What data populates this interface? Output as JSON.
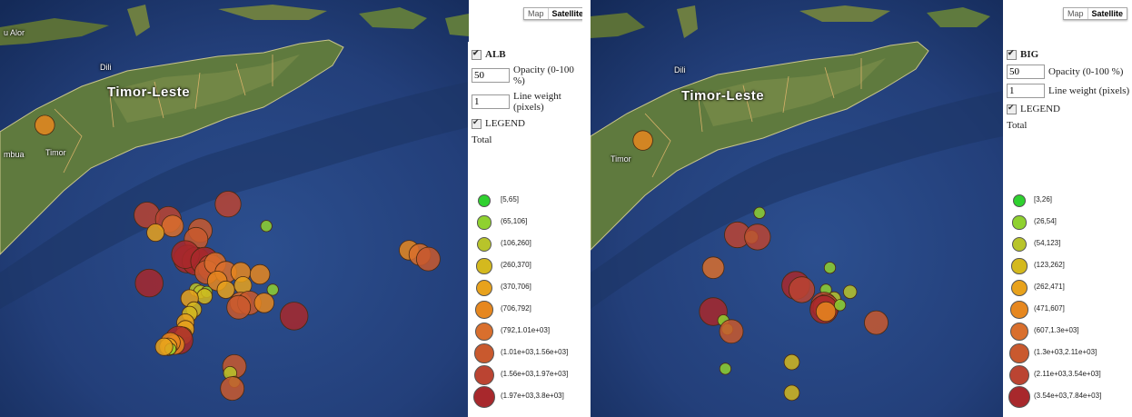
{
  "panels": [
    {
      "layer_name": "ALB",
      "opacity_value": "50",
      "opacity_label": "Opacity (0-100 %)",
      "line_weight_value": "1",
      "line_weight_label": "Line weight (pixels)",
      "legend_toggle_label": "LEGEND",
      "total_label": "Total",
      "map_button": "Map",
      "satellite_button": "Satellite",
      "places": [
        "Timor-Leste",
        "Dili",
        "Timor",
        "u Alor",
        "mbua"
      ],
      "legend_items": [
        {
          "label": "[5,65]",
          "color": "#2fd12f"
        },
        {
          "label": "(65,106]",
          "color": "#8fd12f"
        },
        {
          "label": "(106,260]",
          "color": "#b8c42a"
        },
        {
          "label": "(260,370]",
          "color": "#d4b91e"
        },
        {
          "label": "(370,706]",
          "color": "#e8a21c"
        },
        {
          "label": "(706,792]",
          "color": "#e6871f"
        },
        {
          "label": "(792,1.01e+03]",
          "color": "#d96f2d"
        },
        {
          "label": "(1.01e+03,1.56e+03]",
          "color": "#c9592e"
        },
        {
          "label": "(1.56e+03,1.97e+03]",
          "color": "#bb4432"
        },
        {
          "label": "(1.97e+03,3.8e+03]",
          "color": "#a8282c"
        }
      ],
      "points": [
        {
          "lon": 125.21,
          "lat": -8.87,
          "cls": 5
        },
        {
          "lon": 125.69,
          "lat": -9.28,
          "cls": 8
        },
        {
          "lon": 125.79,
          "lat": -9.3,
          "cls": 8
        },
        {
          "lon": 126.07,
          "lat": -9.23,
          "cls": 8
        },
        {
          "lon": 125.81,
          "lat": -9.33,
          "cls": 6
        },
        {
          "lon": 125.73,
          "lat": -9.36,
          "cls": 4
        },
        {
          "lon": 125.94,
          "lat": -9.35,
          "cls": 7
        },
        {
          "lon": 126.25,
          "lat": -9.33,
          "cls": 1
        },
        {
          "lon": 125.92,
          "lat": -9.39,
          "cls": 7
        },
        {
          "lon": 125.88,
          "lat": -9.48,
          "cls": 9
        },
        {
          "lon": 125.92,
          "lat": -9.49,
          "cls": 9
        },
        {
          "lon": 125.87,
          "lat": -9.46,
          "cls": 9
        },
        {
          "lon": 125.96,
          "lat": -9.49,
          "cls": 9
        },
        {
          "lon": 125.99,
          "lat": -9.52,
          "cls": 8
        },
        {
          "lon": 125.97,
          "lat": -9.54,
          "cls": 7
        },
        {
          "lon": 126.01,
          "lat": -9.5,
          "cls": 6
        },
        {
          "lon": 126.06,
          "lat": -9.54,
          "cls": 6
        },
        {
          "lon": 125.7,
          "lat": -9.59,
          "cls": 9
        },
        {
          "lon": 126.02,
          "lat": -9.58,
          "cls": 5
        },
        {
          "lon": 126.13,
          "lat": -9.54,
          "cls": 5
        },
        {
          "lon": 126.14,
          "lat": -9.6,
          "cls": 4
        },
        {
          "lon": 126.28,
          "lat": -9.62,
          "cls": 1
        },
        {
          "lon": 126.06,
          "lat": -9.62,
          "cls": 4
        },
        {
          "lon": 125.92,
          "lat": -9.62,
          "cls": 2
        },
        {
          "lon": 125.94,
          "lat": -9.63,
          "cls": 2
        },
        {
          "lon": 125.97,
          "lat": -9.63,
          "cls": 1
        },
        {
          "lon": 125.96,
          "lat": -9.65,
          "cls": 3
        },
        {
          "lon": 125.89,
          "lat": -9.66,
          "cls": 4
        },
        {
          "lon": 126.13,
          "lat": -9.68,
          "cls": 6
        },
        {
          "lon": 126.17,
          "lat": -9.68,
          "cls": 7
        },
        {
          "lon": 126.24,
          "lat": -9.68,
          "cls": 5
        },
        {
          "lon": 126.12,
          "lat": -9.7,
          "cls": 7
        },
        {
          "lon": 125.91,
          "lat": -9.71,
          "cls": 3
        },
        {
          "lon": 125.89,
          "lat": -9.73,
          "cls": 3
        },
        {
          "lon": 125.87,
          "lat": -9.77,
          "cls": 4
        },
        {
          "lon": 126.22,
          "lat": -9.55,
          "cls": 5
        },
        {
          "lon": 125.87,
          "lat": -9.8,
          "cls": 4
        },
        {
          "lon": 125.86,
          "lat": -9.83,
          "cls": 4
        },
        {
          "lon": 126.38,
          "lat": -9.74,
          "cls": 9
        },
        {
          "lon": 125.84,
          "lat": -9.85,
          "cls": 9
        },
        {
          "lon": 125.82,
          "lat": -9.87,
          "cls": 5
        },
        {
          "lon": 125.8,
          "lat": -9.86,
          "cls": 5
        },
        {
          "lon": 125.79,
          "lat": -9.88,
          "cls": 4
        },
        {
          "lon": 125.8,
          "lat": -9.89,
          "cls": 1
        },
        {
          "lon": 125.77,
          "lat": -9.88,
          "cls": 4
        },
        {
          "lon": 126.1,
          "lat": -9.97,
          "cls": 7
        },
        {
          "lon": 126.08,
          "lat": -10.0,
          "cls": 2
        },
        {
          "lon": 126.1,
          "lat": -10.04,
          "cls": 1
        },
        {
          "lon": 126.09,
          "lat": -10.07,
          "cls": 7
        },
        {
          "lon": 126.92,
          "lat": -9.44,
          "cls": 5
        },
        {
          "lon": 126.97,
          "lat": -9.46,
          "cls": 6
        },
        {
          "lon": 127.01,
          "lat": -9.48,
          "cls": 7
        }
      ]
    },
    {
      "layer_name": "BIG",
      "opacity_value": "50",
      "opacity_label": "Opacity (0-100 %)",
      "line_weight_value": "1",
      "line_weight_label": "Line weight (pixels)",
      "legend_toggle_label": "LEGEND",
      "total_label": "Total",
      "map_button": "Map",
      "satellite_button": "Satellite",
      "places": [
        "Timor-Leste",
        "Dili",
        "Timor"
      ],
      "legend_items": [
        {
          "label": "[3,26]",
          "color": "#2fd12f"
        },
        {
          "label": "(26,54]",
          "color": "#8fd12f"
        },
        {
          "label": "(54,123]",
          "color": "#b8c42a"
        },
        {
          "label": "(123,262]",
          "color": "#d4b91e"
        },
        {
          "label": "(262,471]",
          "color": "#e8a21c"
        },
        {
          "label": "(471,607]",
          "color": "#e6871f"
        },
        {
          "label": "(607,1.3e+03]",
          "color": "#d96f2d"
        },
        {
          "label": "(1.3e+03,2.11e+03]",
          "color": "#c9592e"
        },
        {
          "label": "(2.11e+03,3.54e+03]",
          "color": "#bb4432"
        },
        {
          "label": "(3.54e+03,7.84e+03]",
          "color": "#a8282c"
        }
      ],
      "points": [
        {
          "lon": 125.26,
          "lat": -8.94,
          "cls": 5
        },
        {
          "lon": 125.84,
          "lat": -9.27,
          "cls": 1
        },
        {
          "lon": 125.73,
          "lat": -9.37,
          "cls": 8
        },
        {
          "lon": 125.8,
          "lat": -9.38,
          "cls": 2
        },
        {
          "lon": 125.83,
          "lat": -9.38,
          "cls": 8
        },
        {
          "lon": 125.61,
          "lat": -9.52,
          "cls": 6
        },
        {
          "lon": 126.19,
          "lat": -9.52,
          "cls": 1
        },
        {
          "lon": 126.02,
          "lat": -9.6,
          "cls": 9
        },
        {
          "lon": 126.05,
          "lat": -9.62,
          "cls": 8
        },
        {
          "lon": 126.17,
          "lat": -9.62,
          "cls": 1
        },
        {
          "lon": 126.29,
          "lat": -9.63,
          "cls": 2
        },
        {
          "lon": 126.21,
          "lat": -9.66,
          "cls": 2
        },
        {
          "lon": 125.61,
          "lat": -9.72,
          "cls": 9
        },
        {
          "lon": 126.16,
          "lat": -9.69,
          "cls": 8
        },
        {
          "lon": 126.17,
          "lat": -9.7,
          "cls": 8
        },
        {
          "lon": 126.16,
          "lat": -9.71,
          "cls": 9
        },
        {
          "lon": 126.17,
          "lat": -9.72,
          "cls": 5
        },
        {
          "lon": 126.24,
          "lat": -9.69,
          "cls": 1
        },
        {
          "lon": 125.66,
          "lat": -9.76,
          "cls": 1
        },
        {
          "lon": 125.68,
          "lat": -9.8,
          "cls": 1
        },
        {
          "lon": 125.7,
          "lat": -9.81,
          "cls": 7
        },
        {
          "lon": 126.42,
          "lat": -9.77,
          "cls": 7
        },
        {
          "lon": 126.0,
          "lat": -9.95,
          "cls": 3
        },
        {
          "lon": 125.67,
          "lat": -9.98,
          "cls": 1
        },
        {
          "lon": 126.0,
          "lat": -10.09,
          "cls": 3
        }
      ]
    }
  ]
}
